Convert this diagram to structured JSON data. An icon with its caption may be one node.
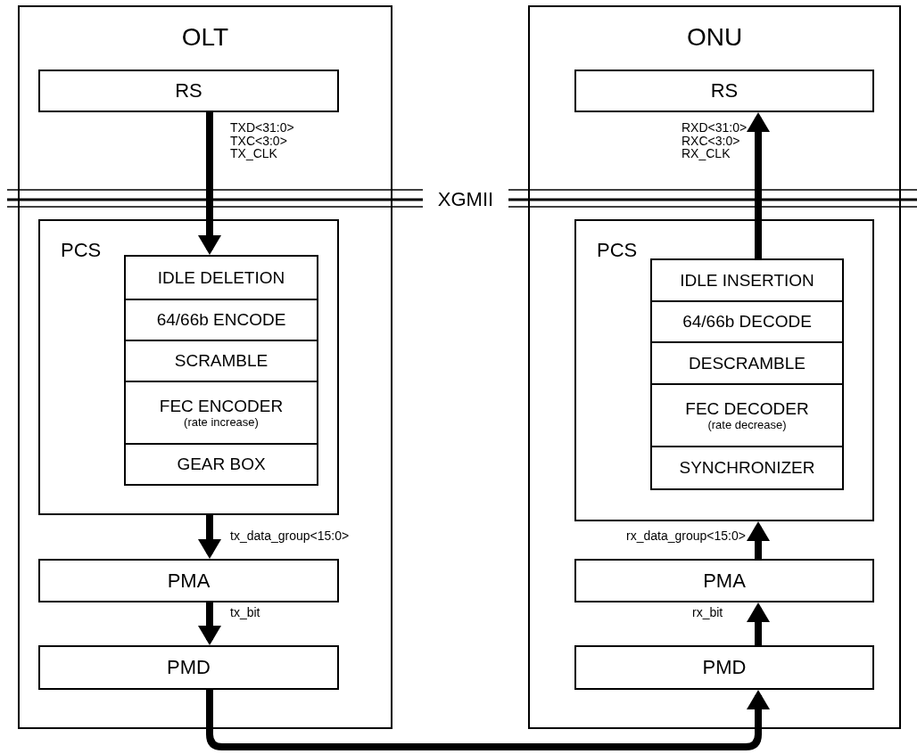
{
  "diagram": {
    "nodes": [
      {
        "text": [
          "OLT"
        ]
      },
      {
        "text": [
          "RS"
        ],
        "in": 0
      },
      {
        "text": [
          "PCS"
        ],
        "in": 0
      },
      {
        "text": [
          "IDLE DELETION"
        ],
        "in": 2
      },
      {
        "text": [
          "64/66b ENCODE"
        ],
        "in": 2
      },
      {
        "text": [
          "SCRAMBLE"
        ],
        "in": 2
      },
      {
        "text": [
          "FEC ENCODER",
          "(rate increase)"
        ],
        "in": 2
      },
      {
        "text": [
          "GEAR BOX"
        ],
        "in": 2
      },
      {
        "text": [
          "PMA"
        ],
        "in": 0
      },
      {
        "text": [
          "PMD"
        ],
        "in": 0
      },
      {
        "text": [
          "ONU"
        ]
      },
      {
        "text": [
          "RS"
        ],
        "in": 10
      },
      {
        "text": [
          "PCS"
        ],
        "in": 10
      },
      {
        "text": [
          "IDLE INSERTION"
        ],
        "in": 12
      },
      {
        "text": [
          "64/66b DECODE"
        ],
        "in": 12
      },
      {
        "text": [
          "DESCRAMBLE"
        ],
        "in": 12
      },
      {
        "text": [
          "FEC DECODER",
          "(rate decrease)"
        ],
        "in": 12
      },
      {
        "text": [
          "SYNCHRONIZER"
        ],
        "in": 12
      },
      {
        "text": [
          "PMA"
        ],
        "in": 10
      },
      {
        "text": [
          "PMD"
        ],
        "in": 10
      }
    ],
    "edges": [
      {
        "from": 1,
        "to": 3,
        "arrow": "to",
        "label": "TXD<31:0> TXC<3:0> TX_CLK"
      },
      {
        "from": 2,
        "to": 8,
        "arrow": "to",
        "label": "tx_data_group<15:0>"
      },
      {
        "from": 8,
        "to": 9,
        "arrow": "to",
        "label": "tx_bit"
      },
      {
        "from": 9,
        "to": 19,
        "arrow": "to"
      },
      {
        "from": 13,
        "to": 11,
        "arrow": "to",
        "label": "RXD<31:0> RXC<3:0> RX_CLK"
      },
      {
        "from": 18,
        "to": 12,
        "arrow": "to",
        "label": "rx_data_group<15:0>"
      },
      {
        "from": 19,
        "to": 18,
        "arrow": "to",
        "label": "rx_bit"
      }
    ],
    "labels": [
      "XGMII"
    ]
  }
}
